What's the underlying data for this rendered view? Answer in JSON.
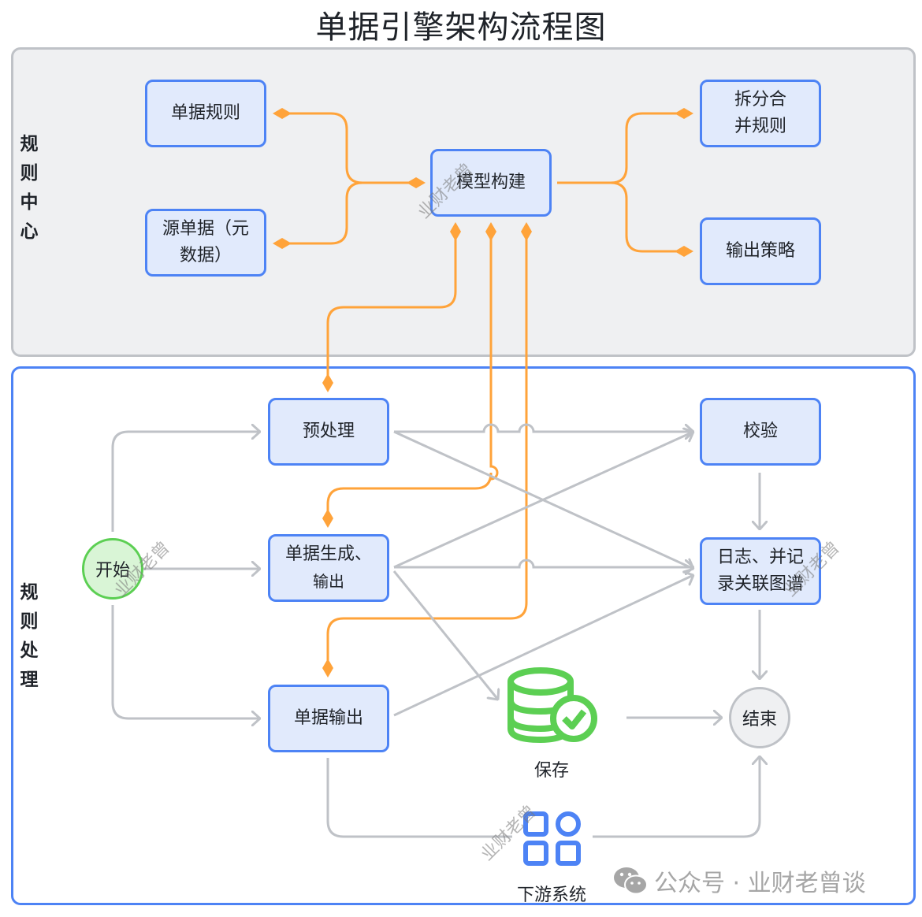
{
  "title": "单据引擎架构流程图",
  "lanes": {
    "center": {
      "label": "规则中心",
      "chars": [
        "规",
        "则",
        "中",
        "心"
      ]
    },
    "process": {
      "label": "规则处理",
      "chars": [
        "规",
        "则",
        "处",
        "理"
      ]
    }
  },
  "nodes": {
    "doc_rules": "单据规则",
    "source_doc_line1": "源单据（元",
    "source_doc_line2": "数据）",
    "model_build": "模型构建",
    "split_merge_line1": "拆分合",
    "split_merge_line2": "并规则",
    "output_strategy": "输出策略",
    "preprocess": "预处理",
    "validate": "校验",
    "doc_gen_line1": "单据生成、",
    "doc_gen_line2": "输出",
    "log_line1": "日志、并记",
    "log_line2": "录关联图谱",
    "doc_output": "单据输出",
    "start": "开始",
    "end": "结束",
    "save": "保存",
    "downstream": "下游系统"
  },
  "footer": {
    "text": "公众号 · 业财老曾谈",
    "icon": "wechat-icon"
  },
  "watermark": "业财老曾",
  "colors": {
    "node_border": "#4d83f5",
    "node_fill": "#e1eafc",
    "rule_link": "#ffa33a",
    "flow_link": "#bfc2c7",
    "start_border": "#5ccf53",
    "start_fill": "#d9f5d6",
    "lane_center_fill": "#eff0f2",
    "lane_center_border": "#bfc2c7",
    "lane_process_border": "#4d83f5",
    "save_icon": "#5ccf53",
    "downstream_icon": "#4d83f5"
  }
}
